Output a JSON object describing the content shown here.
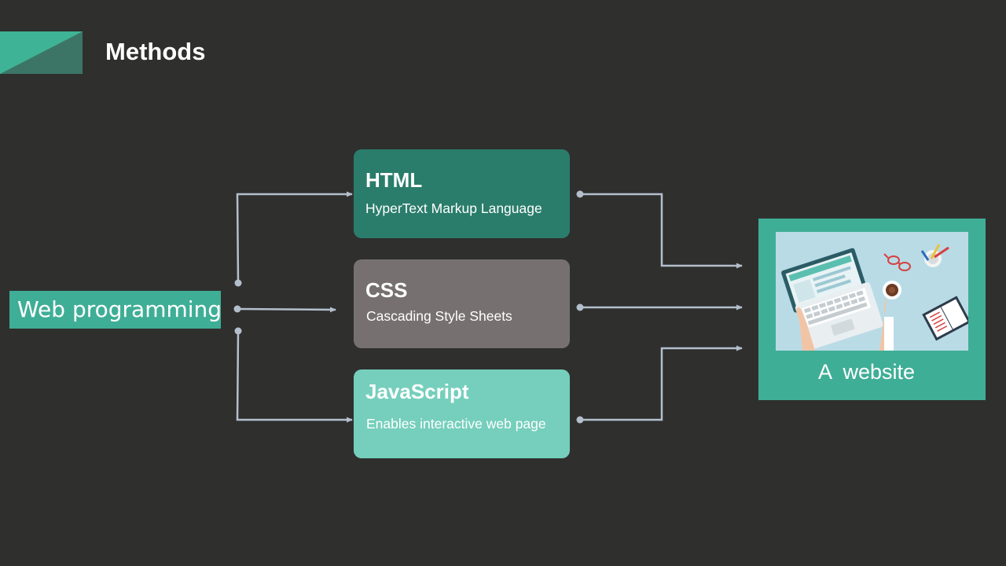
{
  "slide": {
    "title": "Methods"
  },
  "source": {
    "label": "Web programming"
  },
  "methods": [
    {
      "name": "HTML",
      "description": "HyperText Markup  Language",
      "color": "#2a7d6b"
    },
    {
      "name": "CSS",
      "description": "Cascading Style Sheets",
      "color": "#767170"
    },
    {
      "name": "JavaScript",
      "description": "Enables interactive web page",
      "color": "#75cfbc"
    }
  ],
  "target": {
    "label": "A  website",
    "image": "laptop-workspace-illustration"
  },
  "colors": {
    "background": "#2f2f2e",
    "accent": "#3fae96",
    "connector": "#b4bfcc"
  }
}
